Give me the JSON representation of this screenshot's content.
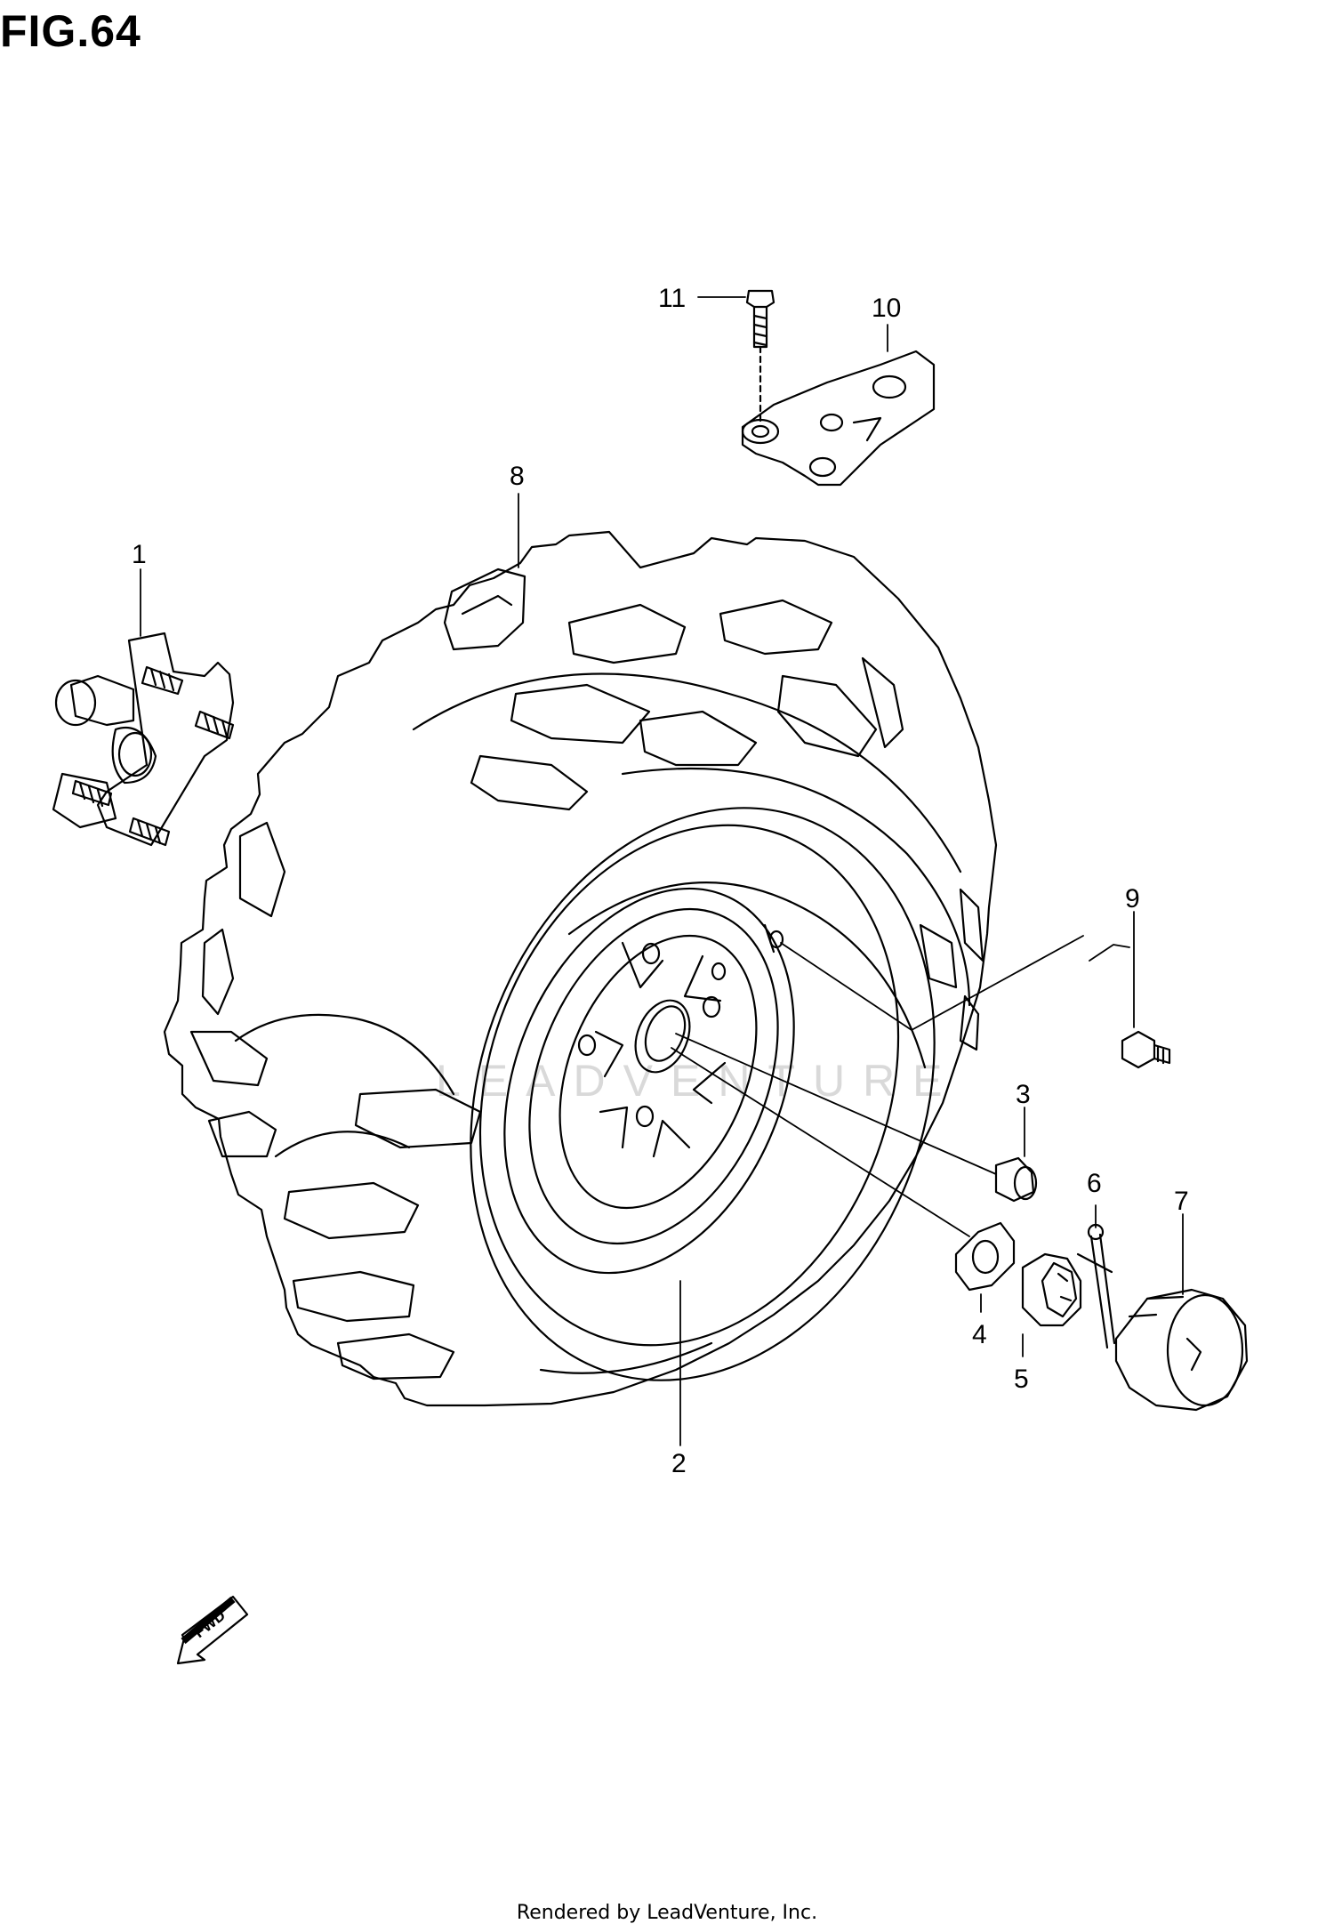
{
  "figure": {
    "title": "FIG.64"
  },
  "callouts": [
    {
      "id": "1",
      "label": "1"
    },
    {
      "id": "2",
      "label": "2"
    },
    {
      "id": "3",
      "label": "3"
    },
    {
      "id": "4",
      "label": "4"
    },
    {
      "id": "5",
      "label": "5"
    },
    {
      "id": "6",
      "label": "6"
    },
    {
      "id": "7",
      "label": "7"
    },
    {
      "id": "8",
      "label": "8"
    },
    {
      "id": "9",
      "label": "9"
    },
    {
      "id": "10",
      "label": "10"
    },
    {
      "id": "11",
      "label": "11"
    }
  ],
  "fwd_arrow": {
    "label": "FWD"
  },
  "watermark": {
    "text": "LEADVENTURE"
  },
  "footer": {
    "text": "Rendered by LeadVenture, Inc."
  }
}
